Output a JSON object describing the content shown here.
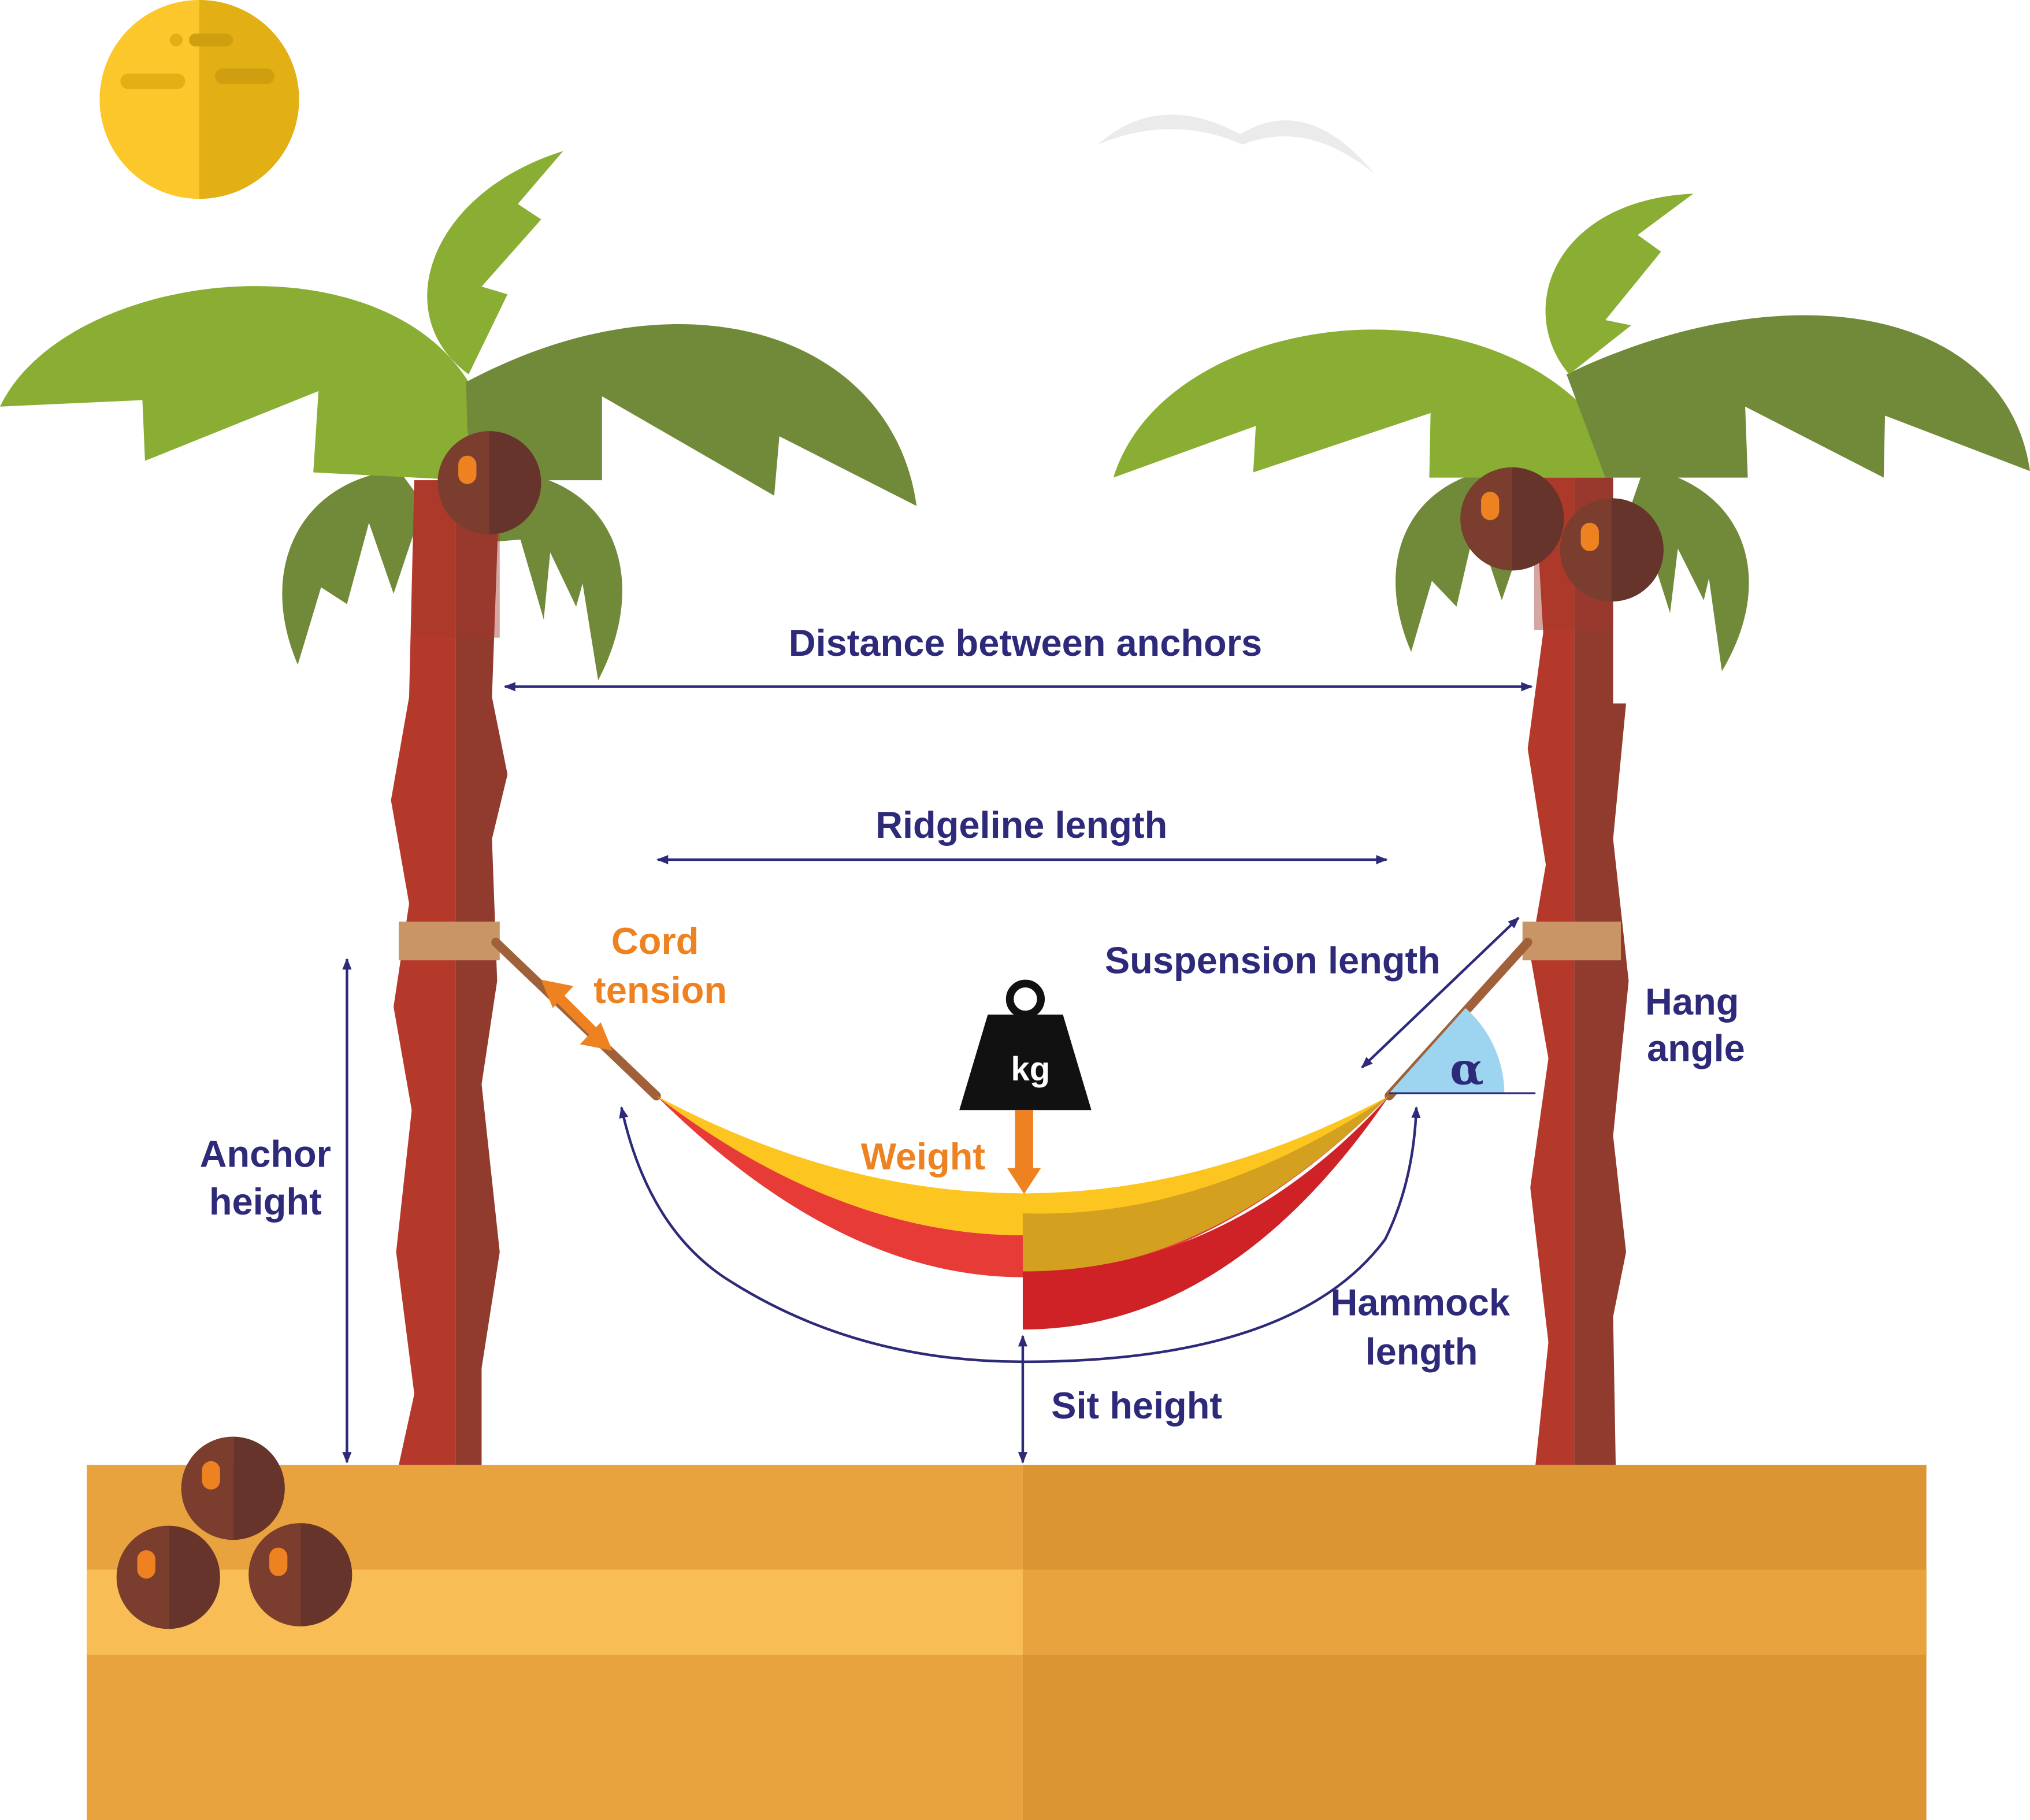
{
  "labels": {
    "distance_between_anchors": "Distance between anchors",
    "ridgeline_length": "Ridgeline length",
    "cord_tension_1": "Cord",
    "cord_tension_2": "tension",
    "suspension_length": "Suspension length",
    "hang_angle_1": "Hang",
    "hang_angle_2": "angle",
    "alpha": "α",
    "weight_unit": "kg",
    "weight": "Weight",
    "anchor_height_1": "Anchor",
    "anchor_height_2": "height",
    "hammock_length_1": "Hammock",
    "hammock_length_2": "length",
    "sit_height": "Sit height"
  },
  "colors": {
    "label_navy": "#2e2a7a",
    "label_orange": "#ee8220",
    "trunk_light": "#b5392b",
    "trunk_dark": "#913a2e",
    "leaf_light": "#8aae33",
    "leaf_dark": "#708a3a",
    "sand_light": "#e8a33e",
    "sand_dark": "#dc9533",
    "sun_light": "#fcc72a",
    "sun_dark": "#e2b015",
    "hammock_yellow": "#fcc520",
    "hammock_red": "#e63b36",
    "strap": "#c99566",
    "angle_fill": "#9dd5f0"
  }
}
